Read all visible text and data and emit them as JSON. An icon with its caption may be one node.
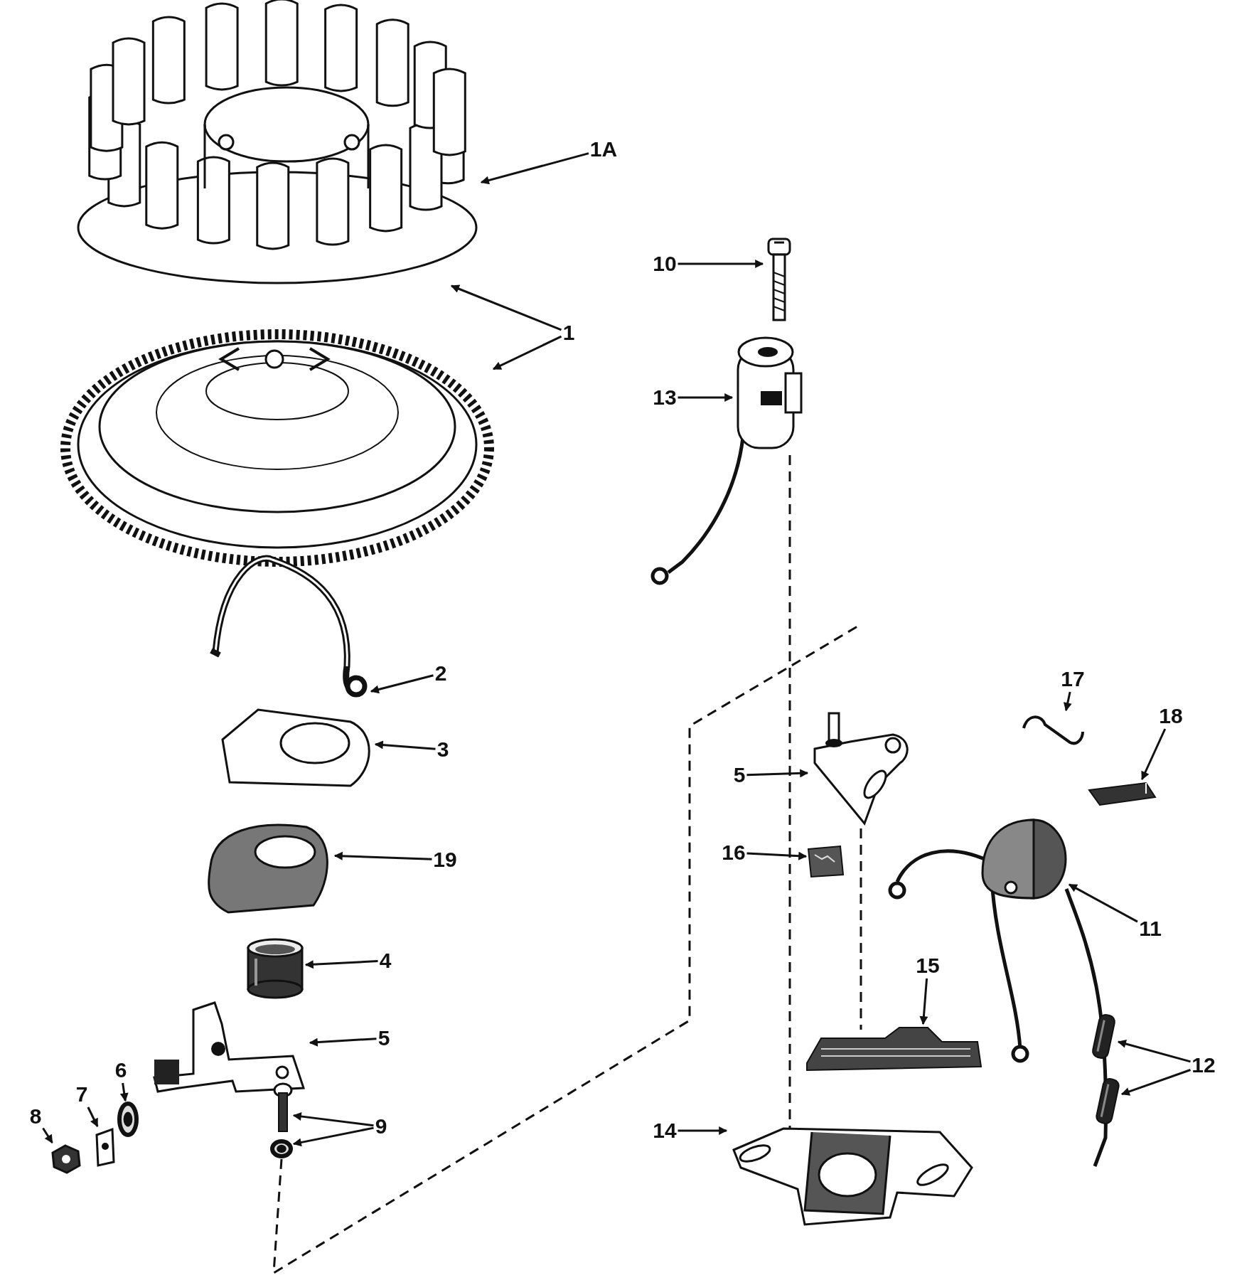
{
  "diagram": {
    "nodes": [
      {
        "text": [
          "1A"
        ]
      },
      {
        "text": [
          "1"
        ]
      },
      {
        "text": [
          "10"
        ]
      },
      {
        "text": [
          "13"
        ]
      },
      {
        "text": [
          "2"
        ]
      },
      {
        "text": [
          "3"
        ]
      },
      {
        "text": [
          "19"
        ]
      },
      {
        "text": [
          "4"
        ]
      },
      {
        "text": [
          "5"
        ]
      },
      {
        "text": [
          "6"
        ]
      },
      {
        "text": [
          "7"
        ]
      },
      {
        "text": [
          "8"
        ]
      },
      {
        "text": [
          "9"
        ]
      },
      {
        "text": [
          "17"
        ]
      },
      {
        "text": [
          "18"
        ]
      },
      {
        "text": [
          "5"
        ]
      },
      {
        "text": [
          "16"
        ]
      },
      {
        "text": [
          "11"
        ]
      },
      {
        "text": [
          "15"
        ]
      },
      {
        "text": [
          "14"
        ]
      },
      {
        "text": [
          "12"
        ]
      },
      {
        "text": [],
        "shape": "picture"
      },
      {
        "text": [],
        "shape": "picture"
      },
      {
        "text": [],
        "shape": "picture"
      },
      {
        "text": [],
        "shape": "picture"
      },
      {
        "text": [],
        "shape": "picture"
      },
      {
        "text": [],
        "shape": "picture"
      },
      {
        "text": [],
        "shape": "picture"
      },
      {
        "text": [],
        "shape": "cylinder"
      },
      {
        "text": [],
        "shape": "picture"
      },
      {
        "text": [],
        "shape": "circle"
      },
      {
        "text": [],
        "shape": "picture"
      },
      {
        "text": [],
        "shape": "picture"
      },
      {
        "text": [],
        "shape": "picture"
      },
      {
        "text": [],
        "shape": "circle"
      },
      {
        "text": [],
        "shape": "picture"
      },
      {
        "text": [],
        "shape": "picture"
      },
      {
        "text": [],
        "shape": "picture"
      },
      {
        "text": [],
        "shape": "box"
      },
      {
        "text": [],
        "shape": "picture"
      },
      {
        "text": [],
        "shape": "picture"
      },
      {
        "text": [],
        "shape": "picture"
      },
      {
        "text": [],
        "shape": "bar"
      },
      {
        "text": [],
        "shape": "bar"
      }
    ],
    "edges": [
      {
        "from": 0,
        "to": 21,
        "arrow": "to"
      },
      {
        "from": 1,
        "to": 21,
        "arrow": "to"
      },
      {
        "from": 1,
        "to": 22,
        "arrow": "to"
      },
      {
        "from": 2,
        "to": 23,
        "arrow": "to"
      },
      {
        "from": 3,
        "to": 24,
        "arrow": "to"
      },
      {
        "from": 4,
        "to": 25,
        "arrow": "to"
      },
      {
        "from": 5,
        "to": 26,
        "arrow": "to"
      },
      {
        "from": 6,
        "to": 27,
        "arrow": "to"
      },
      {
        "from": 7,
        "to": 28,
        "arrow": "to"
      },
      {
        "from": 8,
        "to": 29,
        "arrow": "to"
      },
      {
        "from": 9,
        "to": 30,
        "arrow": "to"
      },
      {
        "from": 10,
        "to": 31,
        "arrow": "to"
      },
      {
        "from": 11,
        "to": 32,
        "arrow": "to"
      },
      {
        "from": 12,
        "to": 33,
        "arrow": "to"
      },
      {
        "from": 12,
        "to": 34,
        "arrow": "to"
      },
      {
        "from": 13,
        "to": 35,
        "arrow": "to"
      },
      {
        "from": 14,
        "to": 36,
        "arrow": "to"
      },
      {
        "from": 15,
        "to": 37,
        "arrow": "to"
      },
      {
        "from": 16,
        "to": 38,
        "arrow": "to"
      },
      {
        "from": 17,
        "to": 39,
        "arrow": "to"
      },
      {
        "from": 18,
        "to": 40,
        "arrow": "to"
      },
      {
        "from": 19,
        "to": 41,
        "arrow": "to"
      },
      {
        "from": 20,
        "to": 42,
        "arrow": "to"
      },
      {
        "from": 20,
        "to": 43,
        "arrow": "to"
      },
      {
        "from": 24,
        "to": 41,
        "arrow": "none",
        "style": "dashed"
      },
      {
        "from": 37,
        "to": 40,
        "arrow": "none",
        "style": "dashed"
      },
      {
        "from": 34,
        "to": null,
        "arrow": "none",
        "style": "dashed"
      }
    ]
  }
}
